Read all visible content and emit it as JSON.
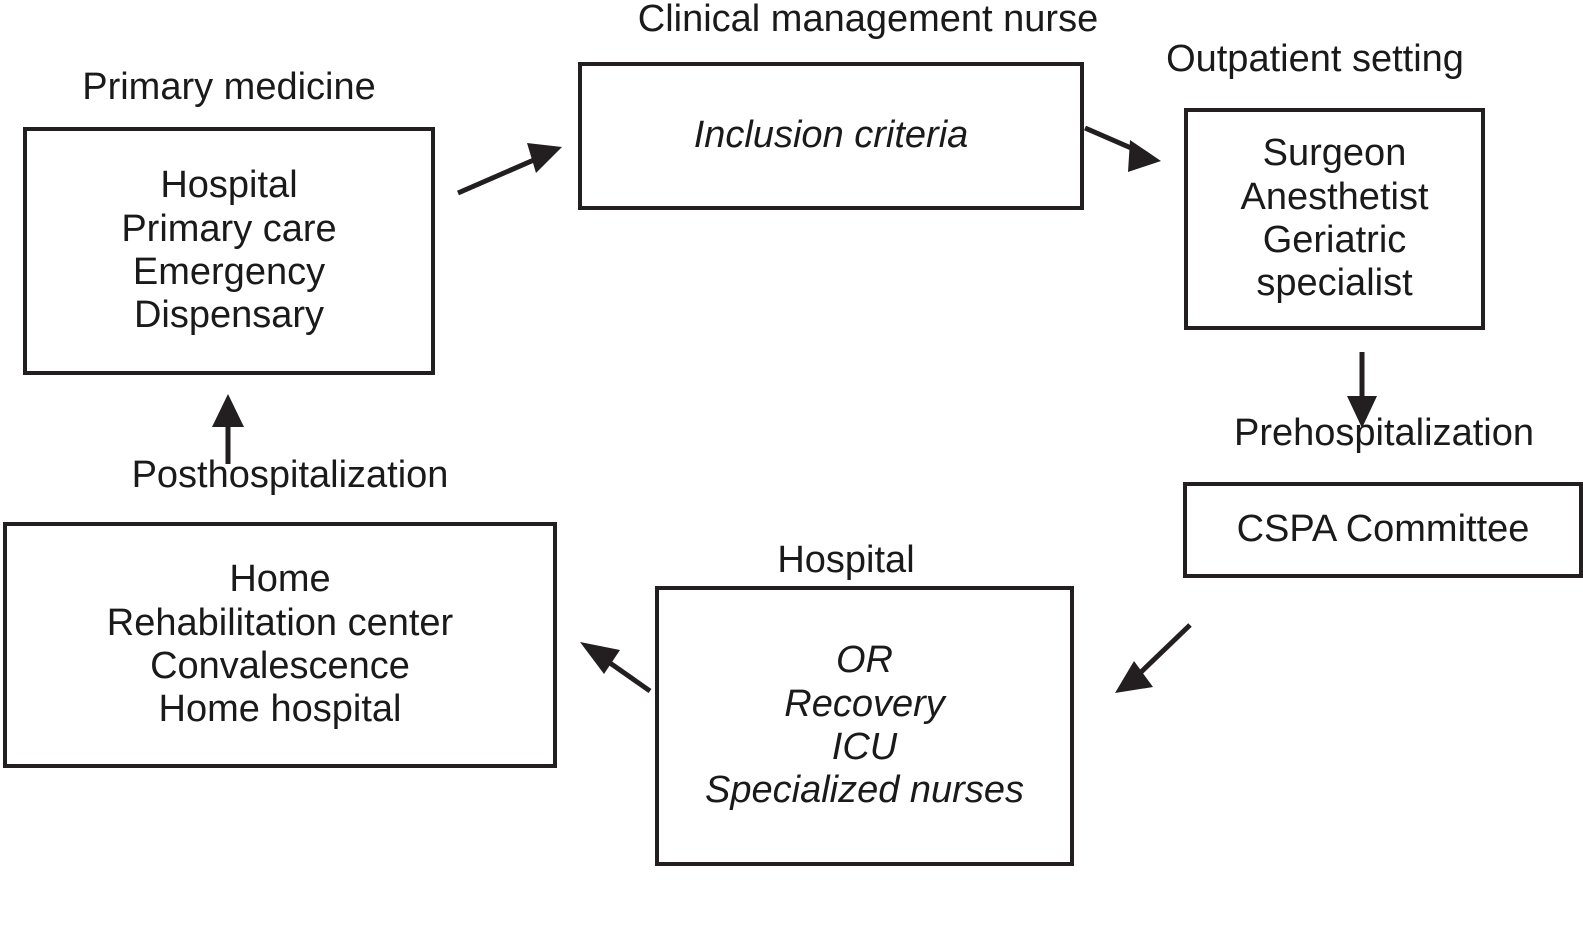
{
  "diagram": {
    "title": "Perioperative care pathway flow diagram",
    "background_color": "#ffffff",
    "line_color": "#231f20",
    "nodes": [
      {
        "id": "primary-medicine",
        "caption": "Primary medicine",
        "lines": [
          "Hospital",
          "Primary care",
          "Emergency",
          "Dispensary"
        ],
        "style": "normal"
      },
      {
        "id": "inclusion",
        "caption": "Clinical management nurse",
        "lines": [
          "Inclusion criteria"
        ],
        "style": "italic"
      },
      {
        "id": "outpatient",
        "caption": "Outpatient setting",
        "lines": [
          "Surgeon",
          "Anesthetist",
          "Geriatric",
          "specialist"
        ],
        "style": "normal"
      },
      {
        "id": "cspa",
        "caption": "Prehospitalization",
        "lines": [
          "CSPA Committee"
        ],
        "style": "normal"
      },
      {
        "id": "hospital",
        "caption": "Hospital",
        "lines": [
          "OR",
          "Recovery",
          "ICU",
          "Specialized nurses"
        ],
        "style": "italic"
      },
      {
        "id": "posthospitalization",
        "caption": "Posthospitalization",
        "lines": [
          "Home",
          "Rehabilitation center",
          "Convalescence",
          "Home hospital"
        ],
        "style": "normal"
      }
    ],
    "arrows": [
      {
        "id": "primary-to-inclusion",
        "from": "primary-medicine",
        "to": "inclusion",
        "direction": "up-right"
      },
      {
        "id": "inclusion-to-outpatient",
        "from": "inclusion",
        "to": "outpatient",
        "direction": "down-right"
      },
      {
        "id": "outpatient-to-cspa",
        "from": "outpatient",
        "to": "cspa",
        "direction": "down"
      },
      {
        "id": "cspa-to-hospital",
        "from": "cspa",
        "to": "hospital",
        "direction": "down-left"
      },
      {
        "id": "hospital-to-posthosp",
        "from": "hospital",
        "to": "posthospitalization",
        "direction": "up-left"
      },
      {
        "id": "posthosp-to-primary",
        "from": "posthospitalization",
        "to": "primary-medicine",
        "direction": "up"
      }
    ]
  }
}
